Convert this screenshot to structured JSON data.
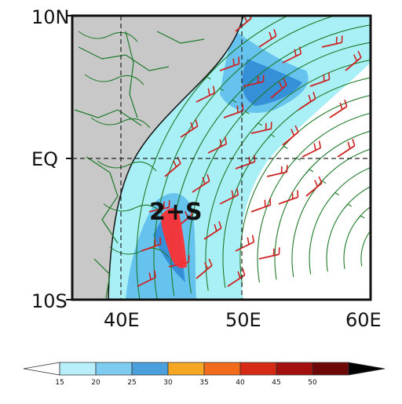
{
  "map": {
    "lat_labels": [
      {
        "text": "10N",
        "lat": 10
      },
      {
        "text": "EQ",
        "lat": 0
      },
      {
        "text": "10S",
        "lat": -10
      }
    ],
    "lon_labels": [
      {
        "text": "40E",
        "lon": 40
      },
      {
        "text": "50E",
        "lon": 50
      },
      {
        "text": "60E",
        "lon": 60
      }
    ],
    "extent": {
      "lon_min": 36.5,
      "lon_max": 61.5,
      "lat_min": -10,
      "lat_max": 10
    },
    "annotation": {
      "text": "2+S",
      "color": "#ff2a2a"
    },
    "colors": {
      "land": "#c8c8c8",
      "ocean_light": "#a8f0f5",
      "ocean_mid": "#66c3ee",
      "ocean_strong": "#3690d8",
      "streamline": "#1e7a2a",
      "barb": "#cc2222",
      "border": "#111111"
    }
  },
  "colorbar": {
    "ticks": [
      "15",
      "20",
      "25",
      "30",
      "35",
      "40",
      "45",
      "50"
    ],
    "colors": [
      "#ffffff",
      "#b8eefa",
      "#7ecbf0",
      "#4a9fdc",
      "#f5a623",
      "#f26a1b",
      "#d62a14",
      "#a4100e",
      "#6e0808",
      "#000000"
    ]
  }
}
